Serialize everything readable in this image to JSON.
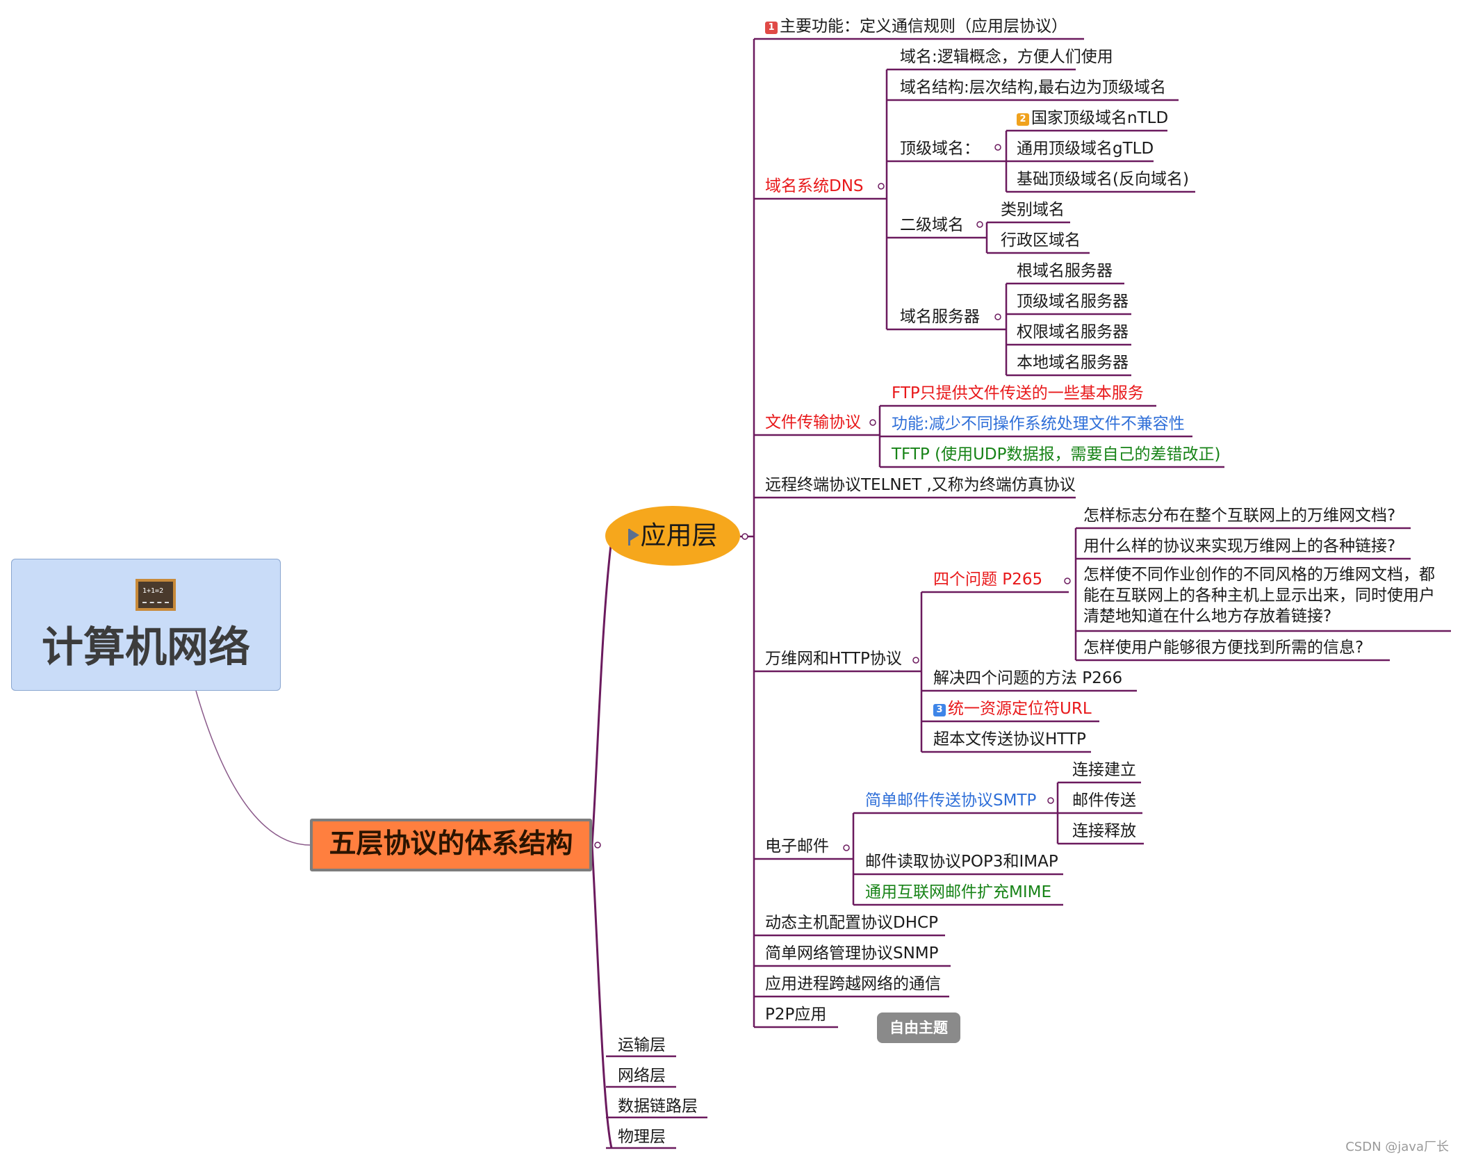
{
  "root": {
    "title": "计算机网络",
    "icon": "chalkboard-icon",
    "board_text": "1+1=2"
  },
  "five_layers": "五层协议的体系结构",
  "app_layer": "应用层",
  "app": {
    "main_function": "主要功能：定义通信规则（应用层协议）",
    "main_function_badge": "1",
    "dns": {
      "label": "域名系统DNS",
      "domain_concept": "域名:逻辑概念，方便人们使用",
      "domain_structure": "域名结构:层次结构,最右边为顶级域名",
      "tld": {
        "label": "顶级域名：",
        "ntld": "国家顶级域名nTLD",
        "ntld_badge": "2",
        "gtld": "通用顶级域名gTLD",
        "base": "基础顶级域名(反向域名)"
      },
      "sld": {
        "label": "二级域名",
        "category": "类别域名",
        "admin": "行政区域名"
      },
      "servers": {
        "label": "域名服务器",
        "items": [
          "根域名服务器",
          "顶级域名服务器",
          "权限域名服务器",
          "本地域名服务器"
        ]
      }
    },
    "ftp": {
      "label": "文件传输协议",
      "basic": "FTP只提供文件传送的一些基本服务",
      "function": "功能:减少不同操作系统处理文件不兼容性",
      "tftp": "TFTP (使用UDP数据报，需要自己的差错改正)"
    },
    "telnet": "远程终端协议TELNET ,又称为终端仿真协议",
    "www": {
      "label": "万维网和HTTP协议",
      "four_questions": {
        "label": "四个问题    P265",
        "q1": "怎样标志分布在整个互联网上的万维网文档?",
        "q2": "用什么样的协议来实现万维网上的各种链接?",
        "q3": "怎样使不同作业创作的不同风格的万维网文档，都能在互联网上的各种主机上显示出来，同时使用户清楚地知道在什么地方存放着链接?",
        "q4": "怎样使用户能够很方便找到所需的信息?"
      },
      "solution": "解决四个问题的方法    P266",
      "url": "统一资源定位符URL",
      "url_badge": "3",
      "http": "超本文传送协议HTTP"
    },
    "email": {
      "label": "电子邮件",
      "smtp": {
        "label": "简单邮件传送协议SMTP",
        "items": [
          "连接建立",
          "邮件传送",
          "连接释放"
        ]
      },
      "pop3": "邮件读取协议POP3和IMAP",
      "mime": "通用互联网邮件扩充MIME"
    },
    "dhcp": "动态主机配置协议DHCP",
    "snmp": "简单网络管理协议SNMP",
    "process": "应用进程跨越网络的通信",
    "p2p": "P2P应用"
  },
  "layers": [
    "运输层",
    "网络层",
    "数据链路层",
    "物理层"
  ],
  "free_topic": "自由主题",
  "watermark": "CSDN @java厂长",
  "colors": {
    "branch": "#6b1a5e",
    "app_node": "#f6a71c",
    "five_node": "#ff7f3f",
    "root_node": "#c9dcf8",
    "red": "#e8181a",
    "blue": "#2f6fd8",
    "green": "#178317"
  }
}
